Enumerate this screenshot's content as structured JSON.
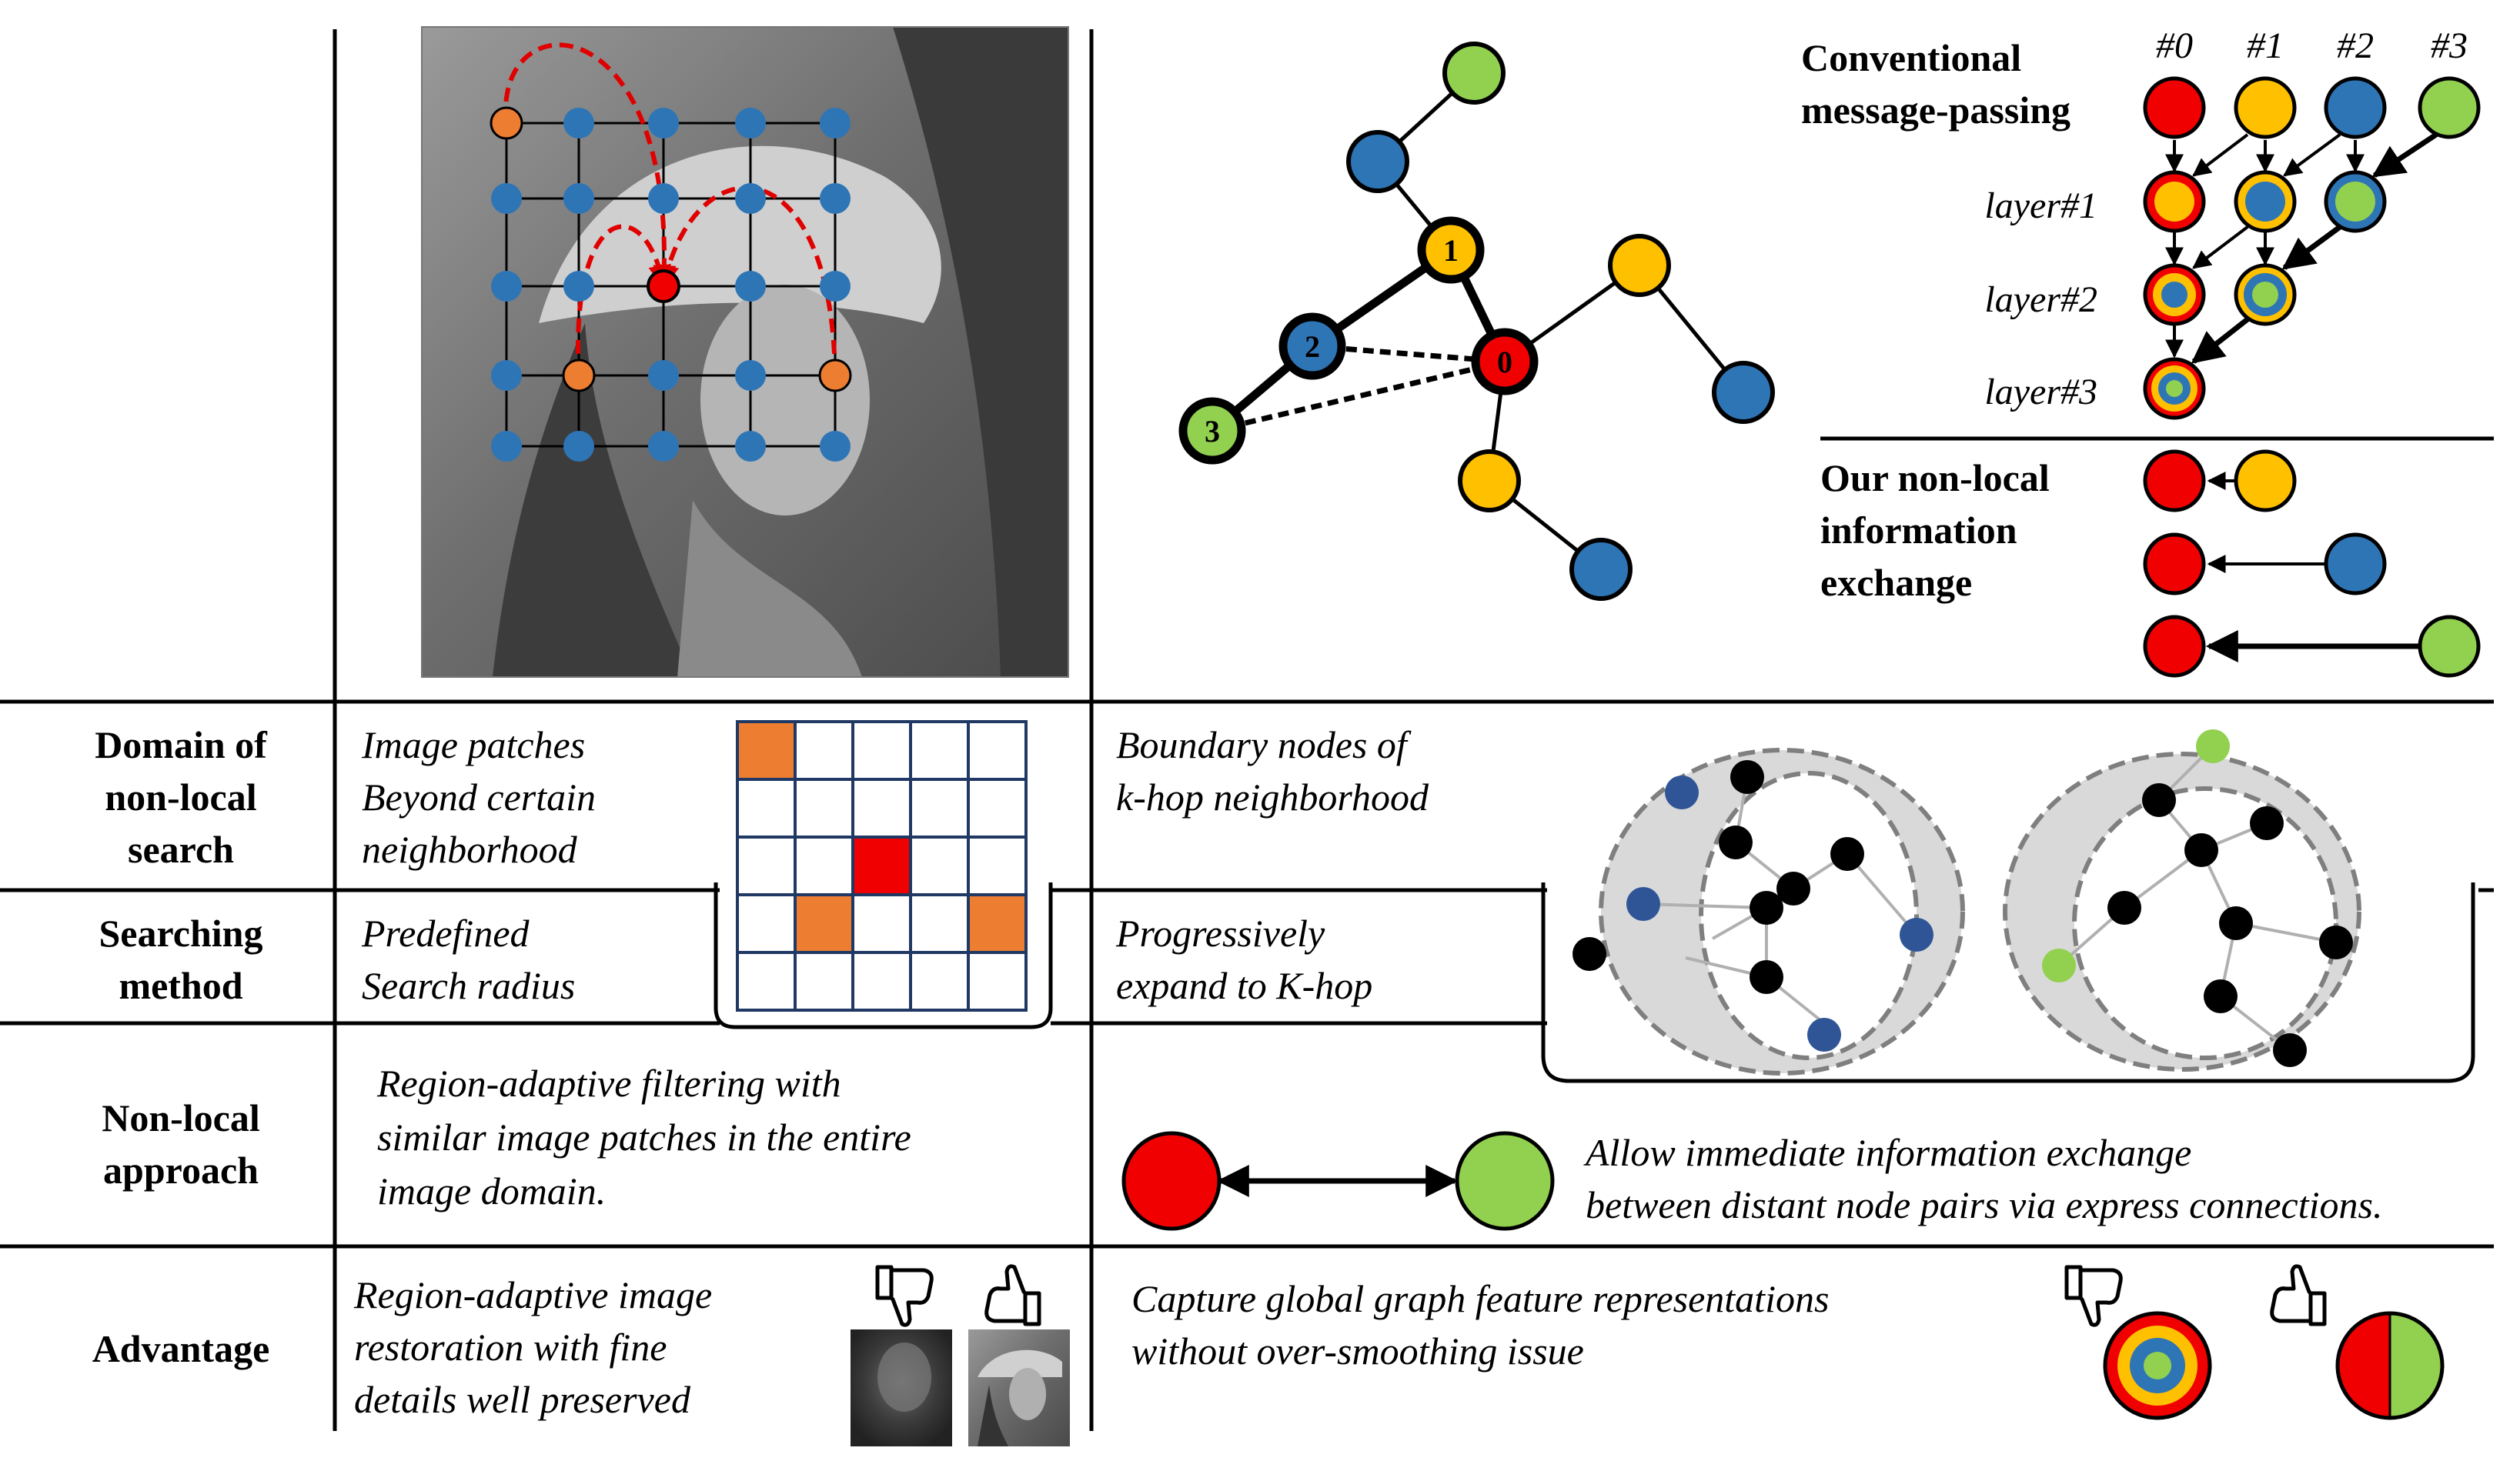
{
  "colors": {
    "red": "#f00000",
    "yellow": "#ffc000",
    "blue": "#2e75b6",
    "green": "#92d050",
    "orange": "#ed7d31",
    "navy_grid": "#1f3864",
    "ring_gray": "#d9d9d9",
    "dash_gray": "#7f7f7f",
    "dashed_arc": "#e00000"
  },
  "graph_labels": [
    "0",
    "1",
    "2",
    "3"
  ],
  "conventional": {
    "title_lines": [
      "Conventional",
      "message-passing"
    ],
    "columns": [
      "#0",
      "#1",
      "#2",
      "#3"
    ],
    "layers": [
      "layer#1",
      "layer#2",
      "layer#3"
    ]
  },
  "nonlocal": {
    "title_lines": [
      "Our non-local",
      "information",
      "exchange"
    ]
  },
  "rows": {
    "domain": {
      "label_lines": [
        "Domain of",
        "non-local",
        "search"
      ],
      "left_lines": [
        "Image patches",
        "Beyond certain",
        "neighborhood"
      ],
      "right_lines": [
        "Boundary nodes of",
        "k-hop neighborhood"
      ]
    },
    "searching": {
      "label_lines": [
        "Searching",
        "method"
      ],
      "left_lines": [
        "Predefined",
        "Search radius"
      ],
      "right_lines": [
        "Progressively",
        "expand to K-hop"
      ]
    },
    "approach": {
      "label_lines": [
        "Non-local",
        "approach"
      ],
      "left_lines": [
        "Region-adaptive filtering with",
        "similar image patches in the entire",
        "image domain."
      ],
      "right_lines": [
        "Allow immediate information exchange",
        "between distant node pairs via express connections."
      ]
    },
    "advantage": {
      "label_lines": [
        "Advantage"
      ],
      "left_lines": [
        "Region-adaptive image",
        "restoration with fine",
        "details well preserved"
      ],
      "right_lines": [
        "Capture global graph feature representations",
        "without over-smoothing issue"
      ]
    }
  },
  "icons": [
    "thumbs-down-icon",
    "thumbs-up-icon"
  ]
}
